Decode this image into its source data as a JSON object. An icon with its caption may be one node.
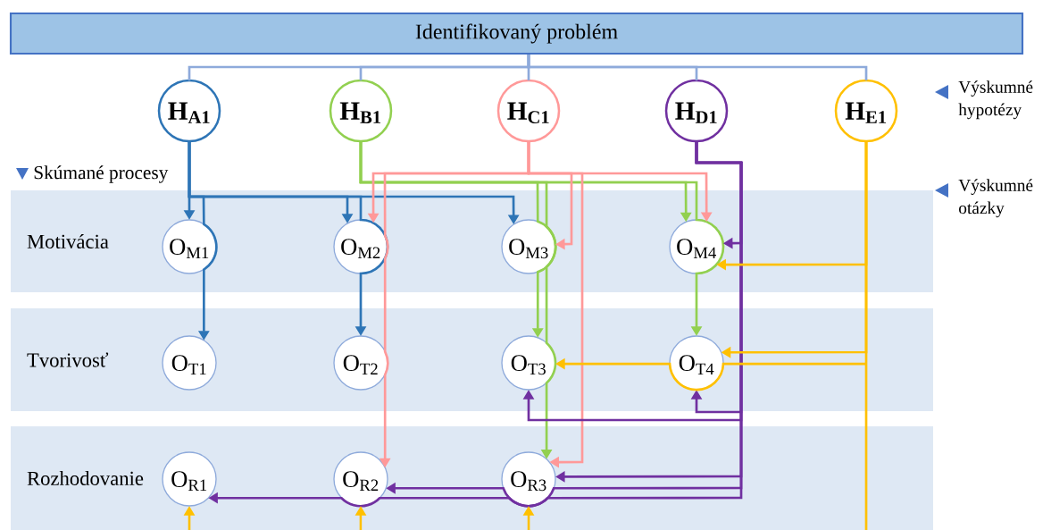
{
  "diagram": {
    "nodes": [
      {
        "text": [
          "Identifikovaný problém"
        ]
      },
      {
        "text": [
          "H$_{A1}$"
        ]
      },
      {
        "text": [
          "H$_{B1}$"
        ]
      },
      {
        "text": [
          "H$_{C1}$"
        ]
      },
      {
        "text": [
          "H$_{D1}$"
        ]
      },
      {
        "text": [
          "H$_{E1}$"
        ]
      },
      {
        "text": [
          "Motivácia"
        ]
      },
      {
        "text": [
          "Tvorivosť"
        ]
      },
      {
        "text": [
          "Rozhodovanie"
        ]
      },
      {
        "text": [
          "O$_{M1}$"
        ],
        "in": 6
      },
      {
        "text": [
          "O$_{M2}$"
        ],
        "in": 6
      },
      {
        "text": [
          "O$_{M3}$"
        ],
        "in": 6
      },
      {
        "text": [
          "O$_{M4}$"
        ],
        "in": 6
      },
      {
        "text": [
          "O$_{T1}$"
        ],
        "in": 7
      },
      {
        "text": [
          "O$_{T2}$"
        ],
        "in": 7
      },
      {
        "text": [
          "O$_{T3}$"
        ],
        "in": 7
      },
      {
        "text": [
          "O$_{T4}$"
        ],
        "in": 7
      },
      {
        "text": [
          "O$_{R1}$"
        ],
        "in": 8
      },
      {
        "text": [
          "O$_{R2}$"
        ],
        "in": 8
      },
      {
        "text": [
          "O$_{R3}$"
        ],
        "in": 8
      }
    ],
    "edges": [
      {
        "from": 0,
        "to": 1,
        "arrow": "none",
        "color": "#8eaadb"
      },
      {
        "from": 0,
        "to": 2,
        "arrow": "none",
        "color": "#8eaadb"
      },
      {
        "from": 0,
        "to": 3,
        "arrow": "none",
        "color": "#8eaadb"
      },
      {
        "from": 0,
        "to": 4,
        "arrow": "none",
        "color": "#8eaadb"
      },
      {
        "from": 0,
        "to": 5,
        "arrow": "none",
        "color": "#8eaadb"
      },
      {
        "from": 1,
        "to": 9,
        "arrow": "to",
        "color": "#2e75b6"
      },
      {
        "from": 1,
        "to": 10,
        "arrow": "to",
        "color": "#2e75b6"
      },
      {
        "from": 1,
        "to": 11,
        "arrow": "to",
        "color": "#2e75b6"
      },
      {
        "from": 1,
        "to": 13,
        "arrow": "to",
        "color": "#2e75b6"
      },
      {
        "from": 1,
        "to": 14,
        "arrow": "to",
        "color": "#2e75b6"
      },
      {
        "from": 2,
        "to": 12,
        "arrow": "to",
        "color": "#92d050"
      },
      {
        "from": 2,
        "to": 16,
        "arrow": "to",
        "color": "#92d050"
      },
      {
        "from": 2,
        "to": 15,
        "arrow": "to",
        "color": "#92d050"
      },
      {
        "from": 2,
        "to": 19,
        "arrow": "to",
        "color": "#92d050"
      },
      {
        "from": 3,
        "to": 10,
        "arrow": "to",
        "color": "#ff9999"
      },
      {
        "from": 3,
        "to": 18,
        "arrow": "to",
        "color": "#ff9999"
      },
      {
        "from": 3,
        "to": 11,
        "arrow": "to",
        "color": "#ff9999"
      },
      {
        "from": 3,
        "to": 19,
        "arrow": "to",
        "color": "#ff9999"
      },
      {
        "from": 3,
        "to": 12,
        "arrow": "to",
        "color": "#ff9999"
      },
      {
        "from": 4,
        "to": 12,
        "arrow": "to",
        "color": "#7030a0"
      },
      {
        "from": 4,
        "to": 16,
        "arrow": "to",
        "color": "#7030a0"
      },
      {
        "from": 4,
        "to": 15,
        "arrow": "to",
        "color": "#7030a0"
      },
      {
        "from": 4,
        "to": 19,
        "arrow": "to",
        "color": "#7030a0"
      },
      {
        "from": 4,
        "to": 18,
        "arrow": "to",
        "color": "#7030a0"
      },
      {
        "from": 4,
        "to": 17,
        "arrow": "to",
        "color": "#7030a0"
      },
      {
        "from": 5,
        "to": 12,
        "arrow": "to",
        "color": "#ffc000"
      },
      {
        "from": 5,
        "to": 16,
        "arrow": "to",
        "color": "#ffc000"
      },
      {
        "from": 5,
        "to": 15,
        "arrow": "to",
        "color": "#ffc000"
      },
      {
        "from": null,
        "to": 17,
        "arrow": "to",
        "color": "#ffc000"
      },
      {
        "from": null,
        "to": 18,
        "arrow": "to",
        "color": "#ffc000"
      },
      {
        "from": null,
        "to": 19,
        "arrow": "to",
        "color": "#ffc000"
      }
    ],
    "labels": [
      "Výskumné hypotézy",
      "Skúmané procesy",
      "Výskumné otázky"
    ]
  }
}
